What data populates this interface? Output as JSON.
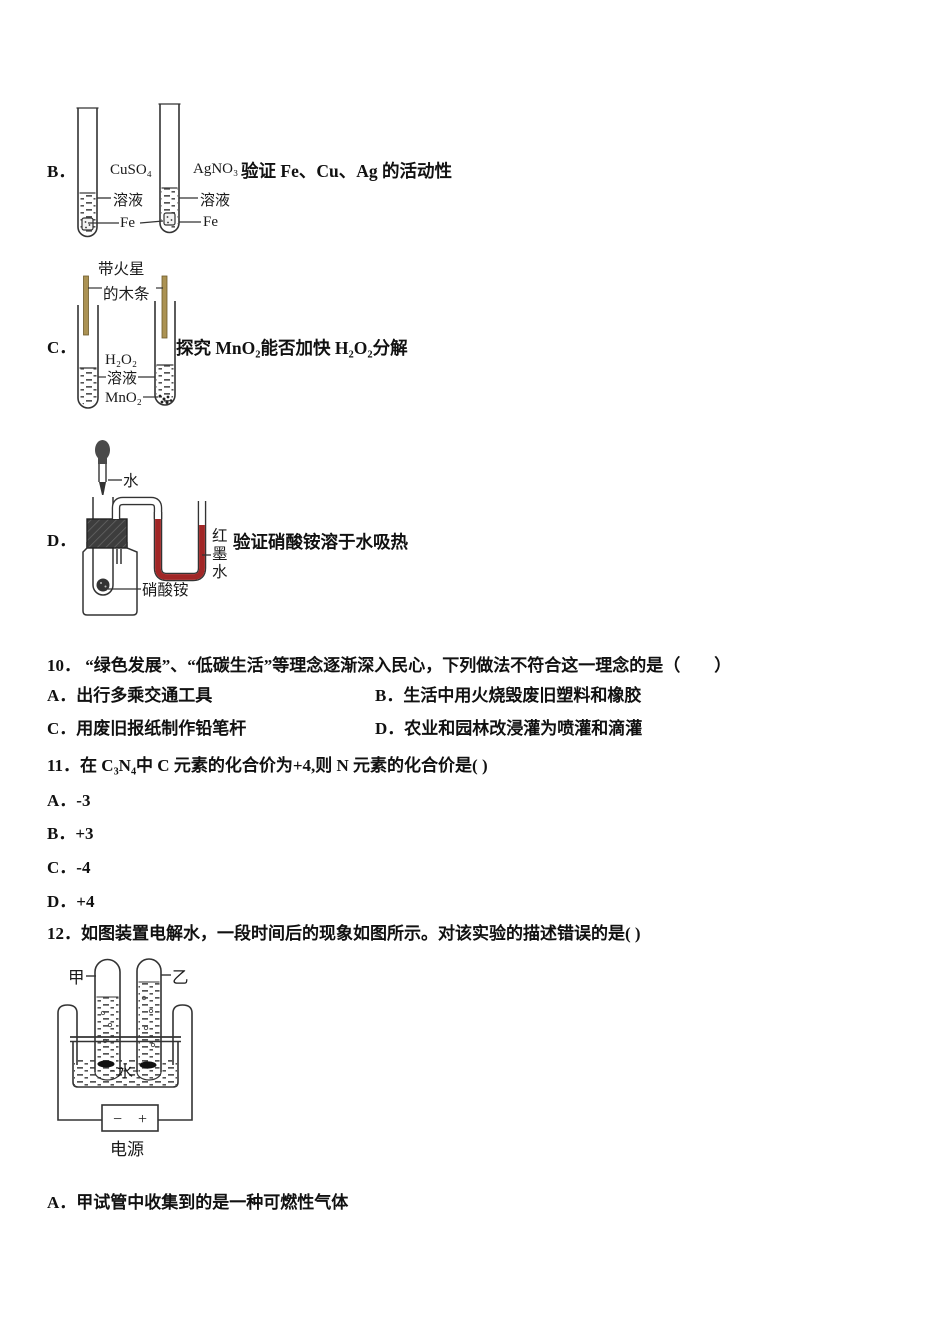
{
  "document": {
    "kind": "chemistry-exam-page"
  },
  "diagram_options": {
    "b": {
      "label": "B．",
      "caption": "验证 Fe、Cu、Ag 的活动性",
      "tube1_reagent": "CuSO₄",
      "tube1_reagent2": "溶液",
      "tube2_reagent": "AgNO₃",
      "tube2_reagent2": "溶液",
      "fe_left": "Fe",
      "fe_right": "Fe"
    },
    "c": {
      "label": "C．",
      "caption": "探究 MnO₂能否加快 H₂O₂分解",
      "splint_line1": "带火星",
      "splint_line2": "的木条",
      "reagent_line1": "H₂O₂",
      "reagent_line2": "溶液",
      "catalyst": "MnO₂"
    },
    "d": {
      "label": "D．",
      "caption": "验证硝酸铵溶于水吸热",
      "dropper_label": "水",
      "red_ink_char1": "红",
      "red_ink_char2": "墨",
      "red_ink_char3": "水",
      "salt_label": "硝酸铵"
    }
  },
  "q10": {
    "stem": "10． “绿色发展”、“低碳生活”等理念逐渐深入民心，下列做法不符合这一理念的是（　　）",
    "option_a": "A．出行多乘交通工具",
    "option_b": "B．生活中用火烧毁废旧塑料和橡胶",
    "option_c": "C．用废旧报纸制作铅笔杆",
    "option_d": "D．农业和园林改浸灌为喷灌和滴灌"
  },
  "q11": {
    "stem": "11．在 C₃N₄中 C 元素的化合价为+4,则 N 元素的化合价是( )",
    "option_a": "A．-3",
    "option_b": "B．+3",
    "option_c": "C．-4",
    "option_d": "D．+4"
  },
  "q12": {
    "stem": "12．如图装置电解水，一段时间后的现象如图所示。对该实验的描述错误的是( )",
    "option_a": "A．甲试管中收集到的是一种可燃性气体",
    "diagram": {
      "tube_left_label": "甲",
      "tube_right_label": "乙",
      "water_label": "水",
      "minus": "−",
      "plus": "+",
      "power_label": "电源"
    }
  },
  "colors": {
    "text": "#111111",
    "line": "#333333",
    "splint": "#ab9253",
    "splint_edge": "#6e5a2a",
    "red_ink": "#a12626",
    "stopper": "#3d3d3d"
  }
}
